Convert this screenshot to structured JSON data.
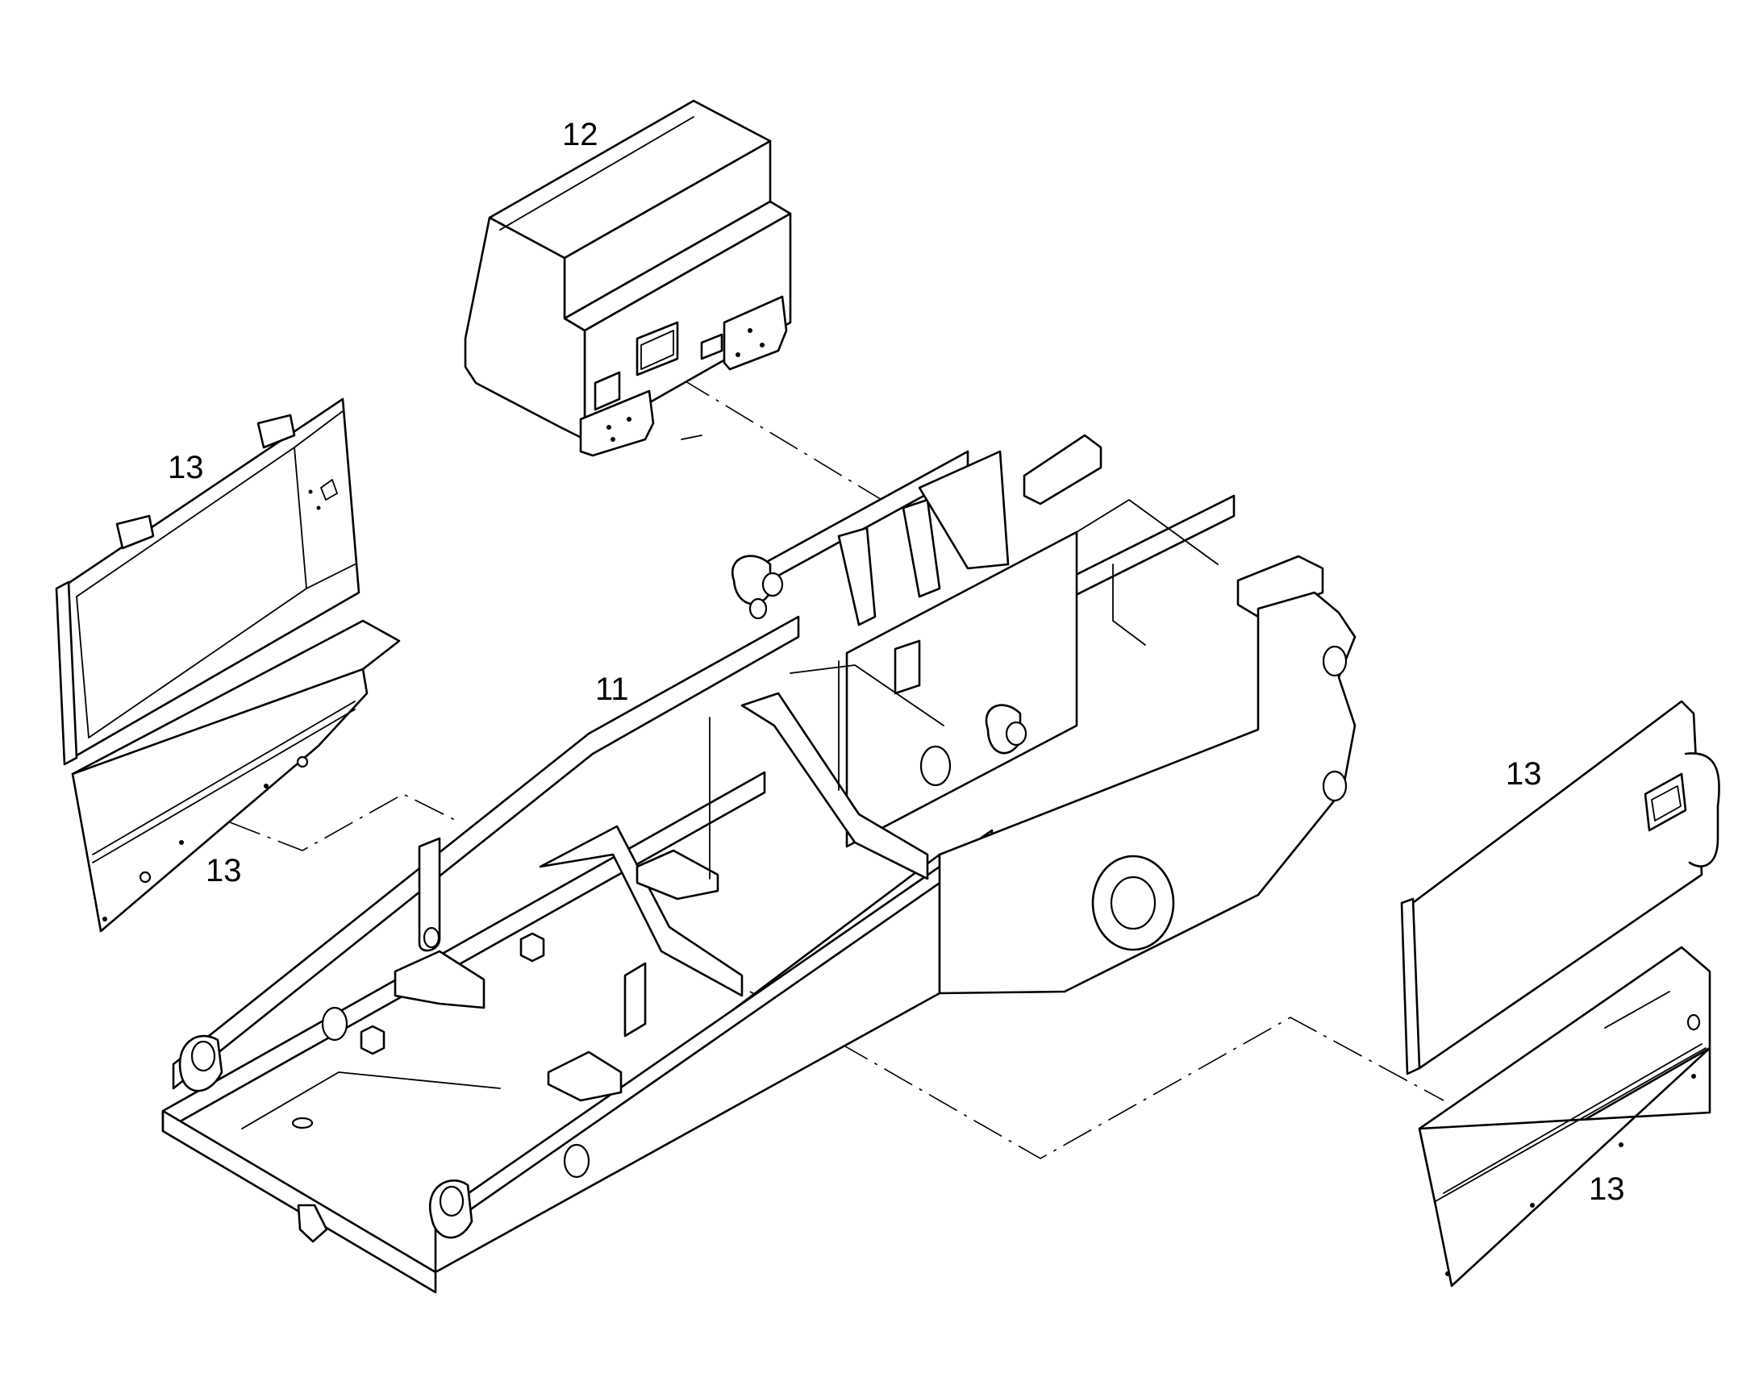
{
  "callouts": {
    "frame": "11",
    "cover": "12",
    "left_upper_panel": "13",
    "left_lower_panel": "13",
    "right_upper_panel": "13",
    "right_lower_panel": "13"
  }
}
